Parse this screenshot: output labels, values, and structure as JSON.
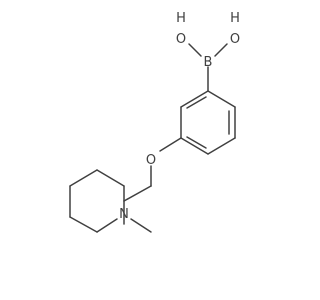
{
  "molecule": {
    "atoms": {
      "boron": "B",
      "hydroxyl_oxygen_left": "O",
      "hydroxyl_hydrogen_left": "H",
      "hydroxyl_oxygen_right": "O",
      "hydroxyl_hydrogen_right": "H",
      "ether_oxygen": "O",
      "ring_nitrogen": "N"
    },
    "colors": {
      "bond": "#404040",
      "label": "#404040",
      "background": "#ffffff"
    }
  }
}
